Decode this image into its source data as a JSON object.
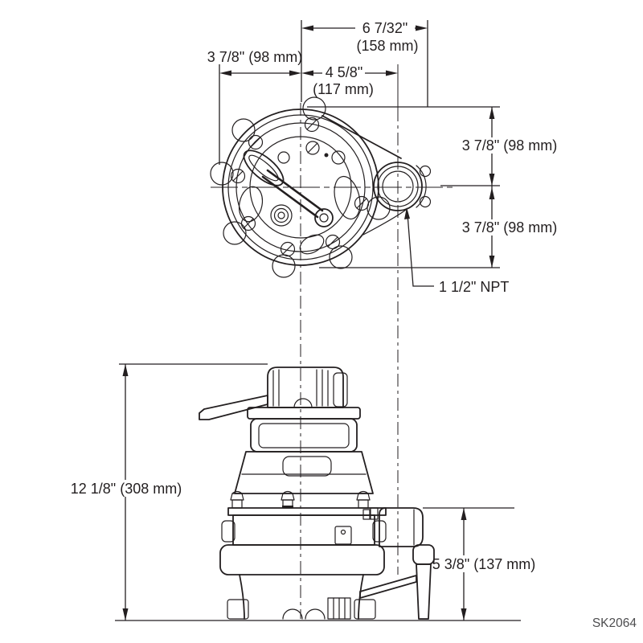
{
  "drawing": {
    "number": "SK2064",
    "colors": {
      "line": "#231f20",
      "dimension_text": "#231f20",
      "drawing_number_text": "#4d4d4f",
      "background": "#ffffff"
    },
    "top_view": {
      "overall_width_in": "6 7/32\"",
      "overall_width_mm": "(158 mm)",
      "port_center_width_in": "4 5/8\"",
      "port_center_width_mm": "(117 mm)",
      "left_width": "3 7/8\" (98 mm)",
      "upper_height": "3 7/8\" (98 mm)",
      "lower_height": "3 7/8\" (98 mm)",
      "discharge_thread": "1 1/2\" NPT"
    },
    "side_view": {
      "overall_height": "12 1/8\" (308 mm)",
      "discharge_height": "5 3/8\" (137 mm)"
    }
  }
}
